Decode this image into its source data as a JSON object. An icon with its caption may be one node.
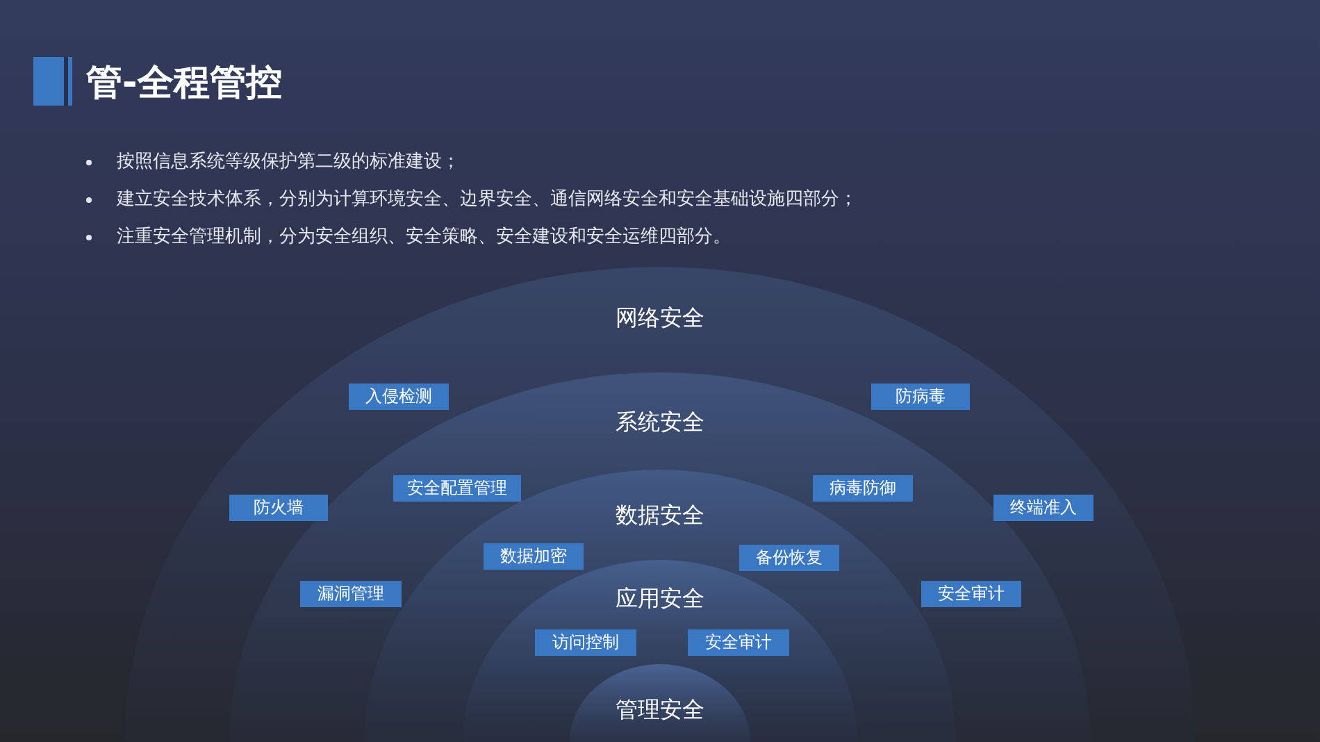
{
  "diagram": {
    "title": "管-全程管控",
    "nodes": [
      {
        "text": [
          "网络安全"
        ]
      },
      {
        "text": [
          "系统安全"
        ]
      },
      {
        "text": [
          "数据安全"
        ]
      },
      {
        "text": [
          "应用安全"
        ]
      },
      {
        "text": [
          "管理安全"
        ]
      },
      {
        "text": [
          "入侵检测"
        ]
      },
      {
        "text": [
          "防病毒"
        ]
      },
      {
        "text": [
          "安全配置管理"
        ]
      },
      {
        "text": [
          "病毒防御"
        ]
      },
      {
        "text": [
          "防火墙"
        ]
      },
      {
        "text": [
          "终端准入"
        ]
      },
      {
        "text": [
          "数据加密"
        ]
      },
      {
        "text": [
          "备份恢复"
        ]
      },
      {
        "text": [
          "漏洞管理"
        ]
      },
      {
        "text": [
          "安全审计"
        ]
      },
      {
        "text": [
          "访问控制"
        ]
      },
      {
        "text": [
          "安全审计"
        ]
      }
    ],
    "labels": [
      "按照信息系统等级保护第二级的标准建设；",
      "建立安全技术体系，分别为计算环境安全、边界安全、通信网络安全和安全基础设施四部分；",
      "注重安全管理机制，分为安全组织、安全策略、安全建设和安全运维四部分。"
    ]
  }
}
